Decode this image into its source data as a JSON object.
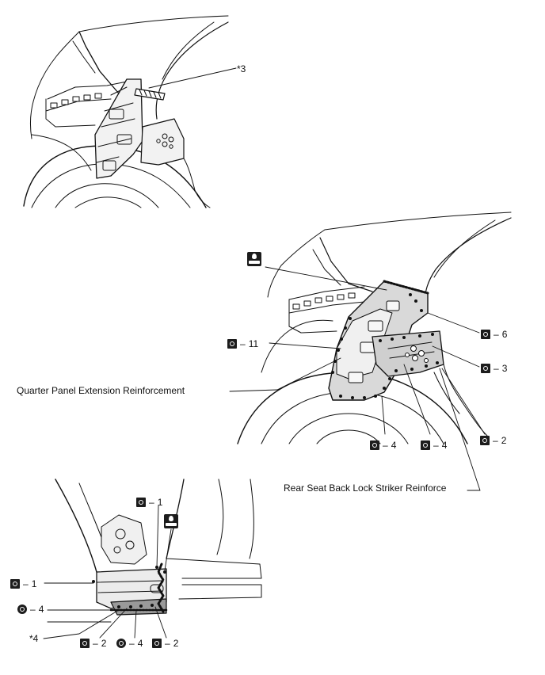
{
  "labels": {
    "note3": "*3",
    "note4": "*4",
    "quarter_panel": "Quarter Panel Extension Reinforcement",
    "rear_seat": "Rear Seat Back Lock Striker Reinforce"
  },
  "callouts": {
    "c6": "6",
    "c11": "11",
    "c3": "3",
    "c4a": "4",
    "c4b": "4",
    "c2a": "2",
    "b1a": "1",
    "b1b": "1",
    "b4a": "4",
    "b2a": "2",
    "b4b": "4",
    "b2b": "2"
  },
  "icons": {
    "spot_weld": "square-spot-weld-icon",
    "plug_weld": "circle-plug-weld-icon",
    "sealer": "sealer-icon"
  }
}
